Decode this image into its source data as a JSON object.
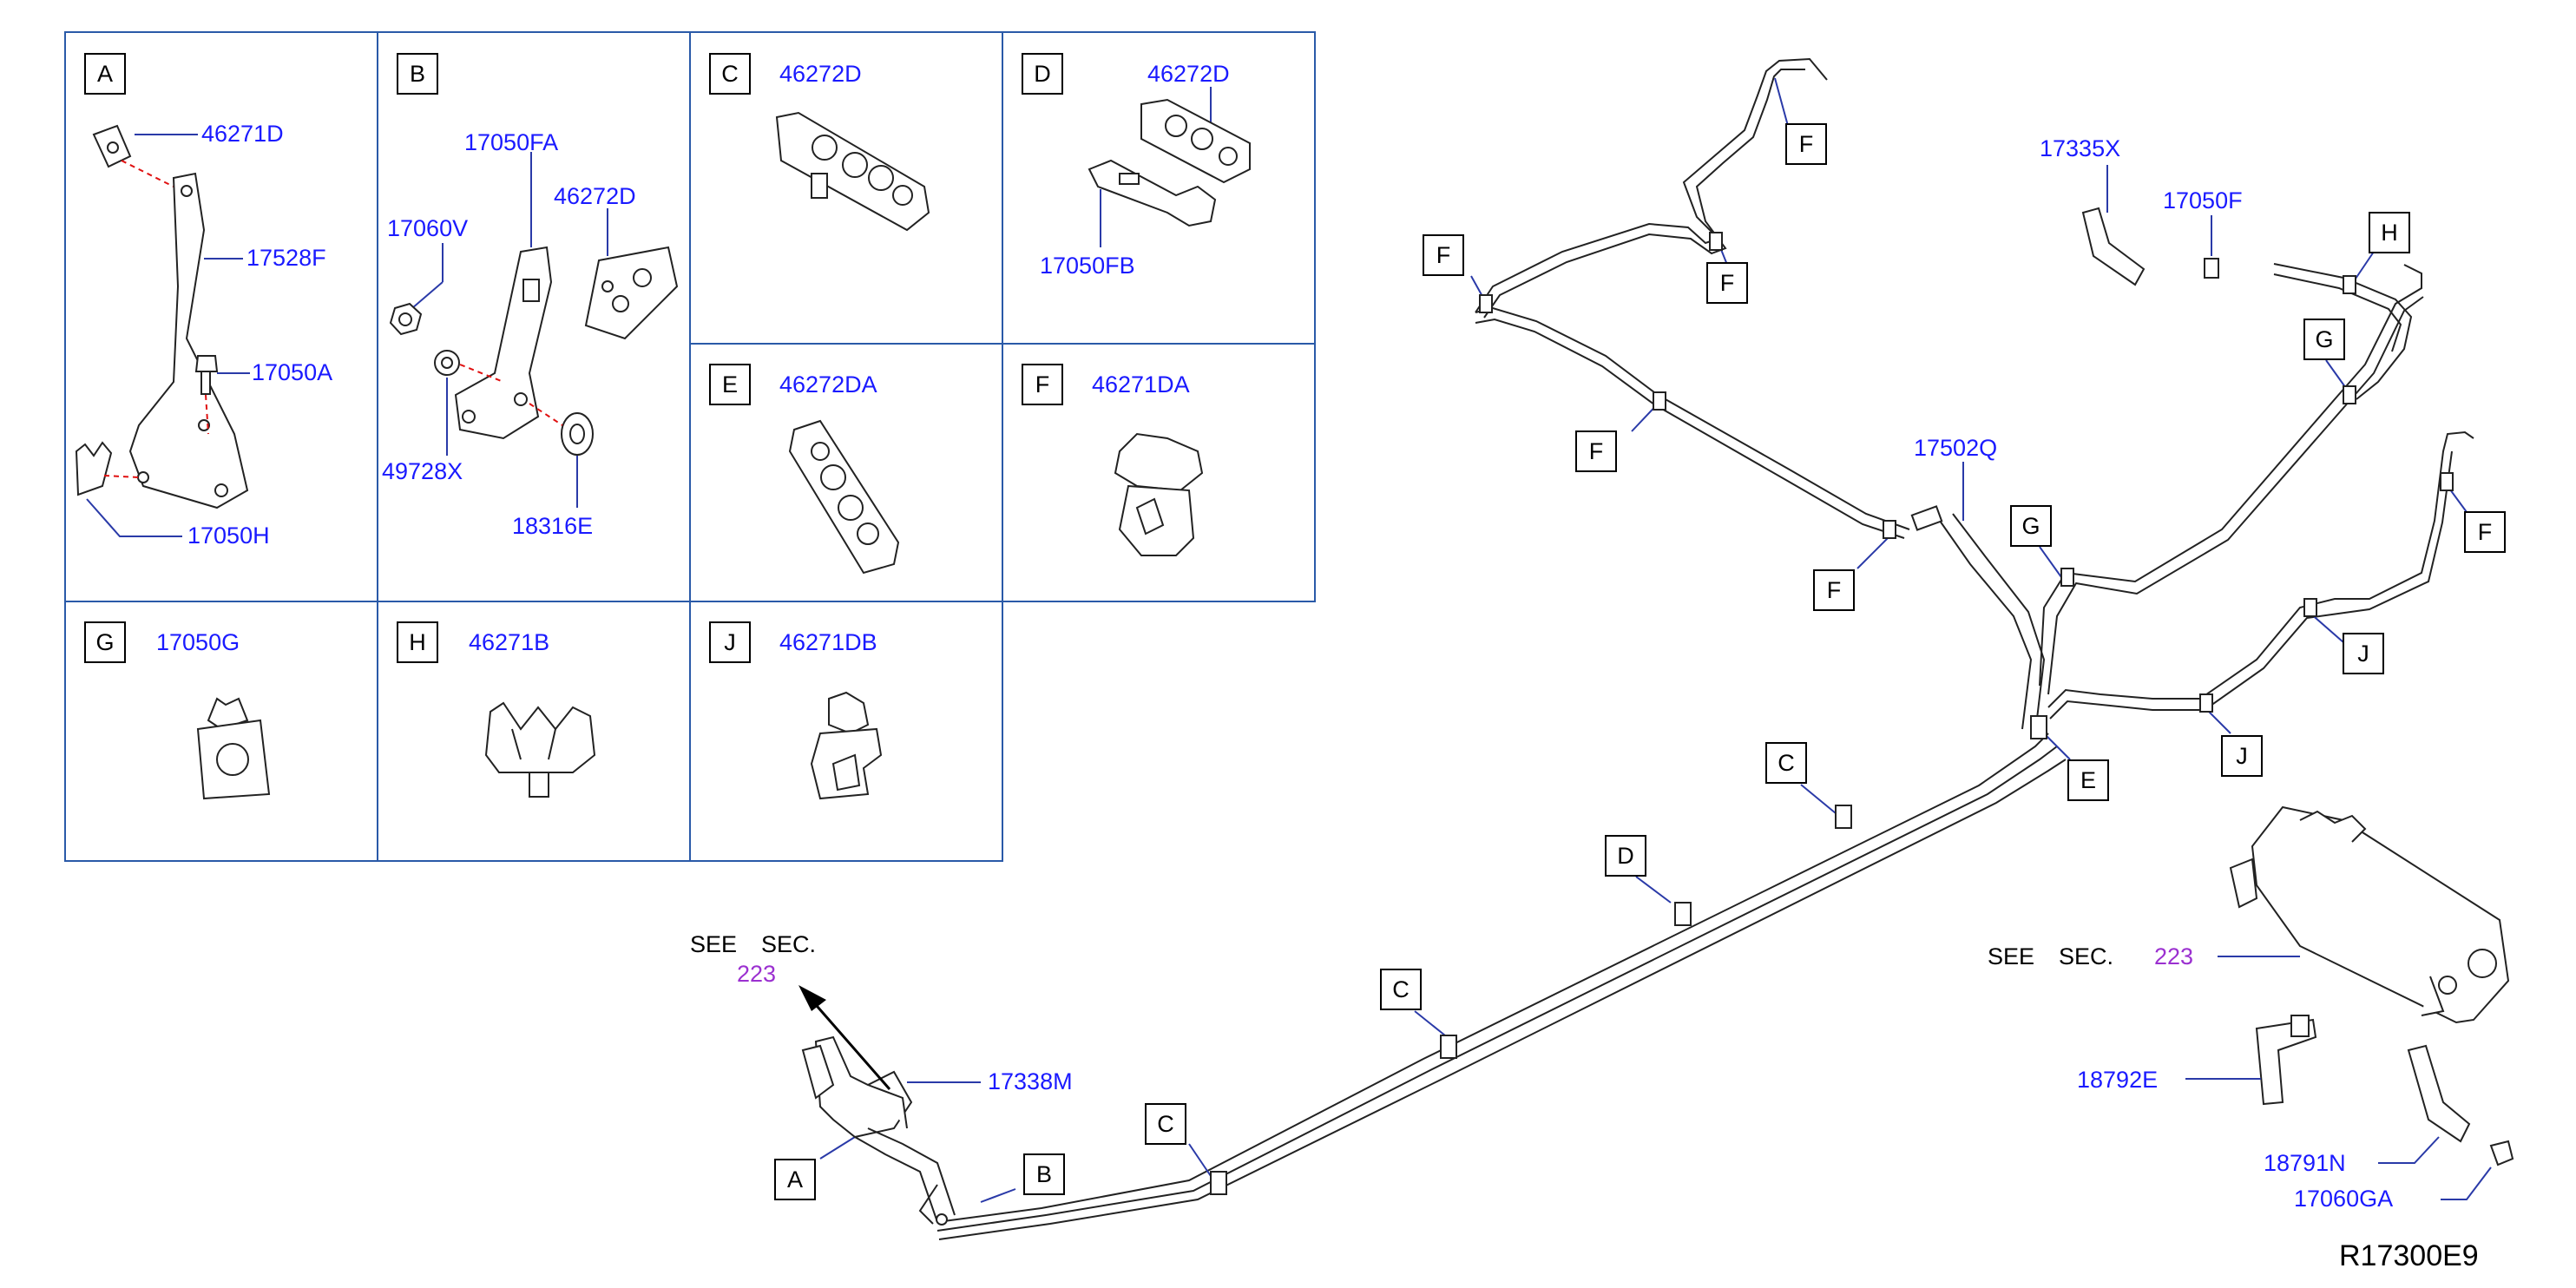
{
  "panels": {
    "A": {
      "letter": "A",
      "parts": [
        "46271D",
        "17528F",
        "17050A",
        "17050H"
      ]
    },
    "B": {
      "letter": "B",
      "parts": [
        "17050FA",
        "17060V",
        "46272D",
        "49728X",
        "18316E"
      ]
    },
    "C": {
      "letter": "C",
      "parts": [
        "46272D"
      ]
    },
    "D": {
      "letter": "D",
      "parts": [
        "46272D",
        "17050FB"
      ]
    },
    "E": {
      "letter": "E",
      "parts": [
        "46272DA"
      ]
    },
    "F": {
      "letter": "F",
      "parts": [
        "46271DA"
      ]
    },
    "G": {
      "letter": "G",
      "parts": [
        "17050G"
      ]
    },
    "H": {
      "letter": "H",
      "parts": [
        "46271B"
      ]
    },
    "J": {
      "letter": "J",
      "parts": [
        "46271DB"
      ]
    }
  },
  "main": {
    "part_17338M": "17338M",
    "part_17335X": "17335X",
    "part_17050F": "17050F",
    "part_17502Q": "17502Q",
    "part_18792E": "18792E",
    "part_18791N": "18791N",
    "part_17060GA": "17060GA",
    "see_sec_left": {
      "see": "SEE",
      "sec": "SEC.",
      "num": "223"
    },
    "see_sec_right": {
      "see": "SEE",
      "sec": "SEC.",
      "num": "223"
    },
    "callouts": {
      "F": "F",
      "G": "G",
      "H": "H",
      "J": "J",
      "E": "E",
      "C": "C",
      "D": "D",
      "A": "A",
      "B": "B"
    }
  },
  "drawing_code": "R17300E9",
  "colors": {
    "part_number": "#1a1aff",
    "section_ref": "#9b30d0",
    "grid": "#2a5aa8"
  }
}
